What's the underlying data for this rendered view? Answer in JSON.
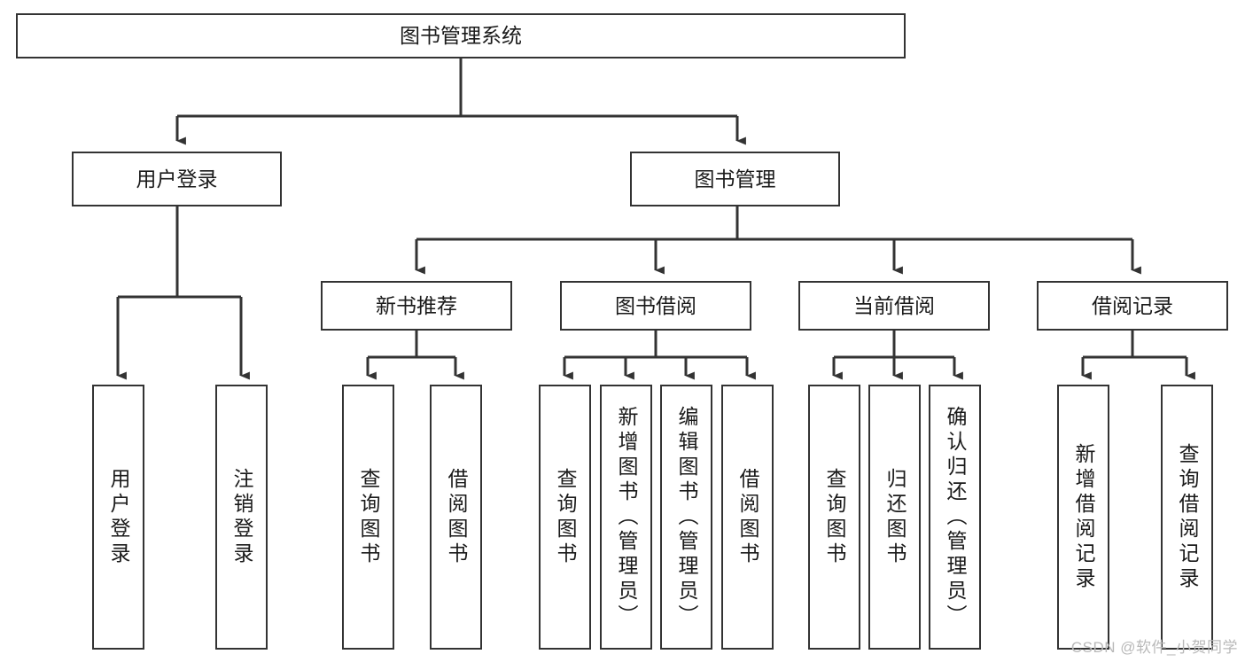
{
  "diagram": {
    "title": "图书管理系统",
    "type": "tree-hierarchy",
    "watermark": "CSDN @软件_小贺同学",
    "colors": {
      "box_border": "#333333",
      "box_fill": "#ffffff",
      "connector": "#333333",
      "text": "#1a1a1a",
      "watermark": "#b9b9b9",
      "background": "#ffffff"
    },
    "nodes": {
      "root": {
        "label": "图书管理系统"
      },
      "level2": [
        {
          "label": "用户登录"
        },
        {
          "label": "图书管理"
        }
      ],
      "level3": [
        {
          "label": "新书推荐"
        },
        {
          "label": "图书借阅"
        },
        {
          "label": "当前借阅"
        },
        {
          "label": "借阅记录"
        }
      ],
      "leaves": {
        "user_login": [
          {
            "label": "用户登录"
          },
          {
            "label": "注销登录"
          }
        ],
        "new_book_recommend": [
          {
            "label": "查询图书"
          },
          {
            "label": "借阅图书"
          }
        ],
        "book_borrow": [
          {
            "label": "查询图书"
          },
          {
            "label": "新增图书（管理员）"
          },
          {
            "label": "编辑图书（管理员）"
          },
          {
            "label": "借阅图书"
          }
        ],
        "current_borrow": [
          {
            "label": "查询图书"
          },
          {
            "label": "归还图书"
          },
          {
            "label": "确认归还（管理员）"
          }
        ],
        "borrow_record": [
          {
            "label": "新增借阅记录"
          },
          {
            "label": "查询借阅记录"
          }
        ]
      }
    }
  }
}
